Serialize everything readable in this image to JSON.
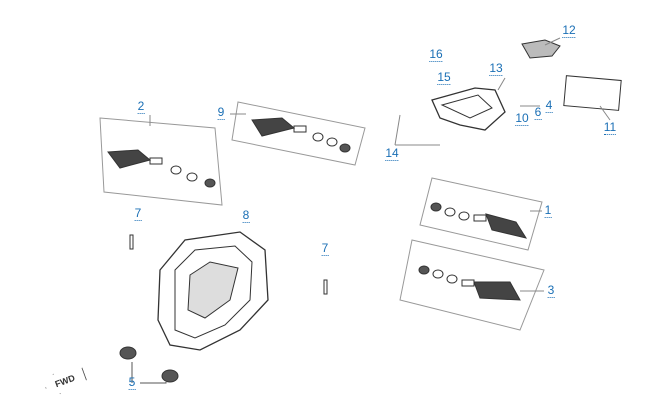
{
  "diagram": {
    "accent_color": "#1a6fb5",
    "callouts": [
      {
        "id": "1",
        "label": "1"
      },
      {
        "id": "2",
        "label": "2"
      },
      {
        "id": "3",
        "label": "3"
      },
      {
        "id": "4",
        "label": "4"
      },
      {
        "id": "5",
        "label": "5"
      },
      {
        "id": "6",
        "label": "6"
      },
      {
        "id": "7a",
        "label": "7"
      },
      {
        "id": "7b",
        "label": "7"
      },
      {
        "id": "8",
        "label": "8"
      },
      {
        "id": "9",
        "label": "9"
      },
      {
        "id": "10",
        "label": "10"
      },
      {
        "id": "11",
        "label": "11"
      },
      {
        "id": "12",
        "label": "12"
      },
      {
        "id": "13",
        "label": "13"
      },
      {
        "id": "14",
        "label": "14"
      },
      {
        "id": "15",
        "label": "15"
      },
      {
        "id": "16",
        "label": "16"
      }
    ],
    "fwd_logo": "FWD"
  }
}
